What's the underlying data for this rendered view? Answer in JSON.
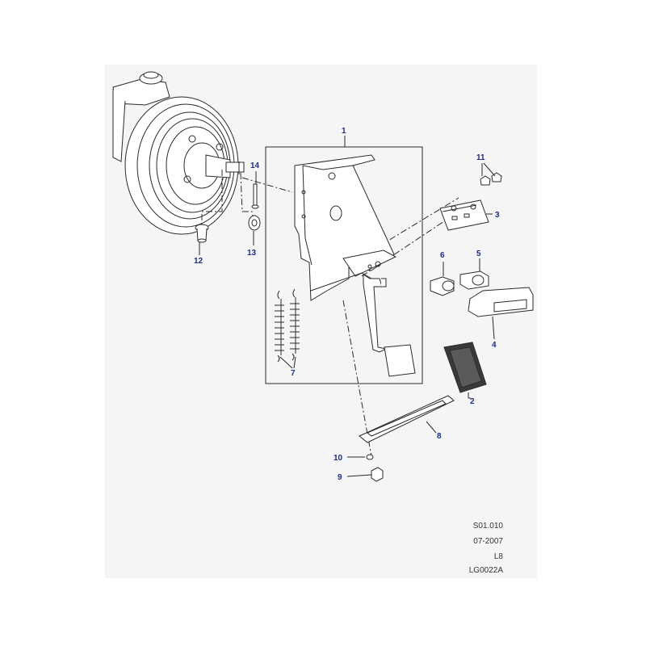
{
  "callouts": {
    "c1": "1",
    "c2": "2",
    "c3": "3",
    "c4": "4",
    "c5": "5",
    "c6": "6",
    "c7": "7",
    "c8": "8",
    "c9": "9",
    "c10": "10",
    "c11": "11",
    "c12": "12",
    "c13": "13",
    "c14": "14"
  },
  "reference": {
    "section": "S01.010",
    "date": "07-2007",
    "model": "L8",
    "drawing_id": "LG0022A"
  },
  "colors": {
    "sheet": "#f5f5f5",
    "line": "#2b2b2b",
    "callout": "#1a2d8f",
    "part_fill": "#ffffff",
    "pad_fill": "#3a3a3a"
  }
}
